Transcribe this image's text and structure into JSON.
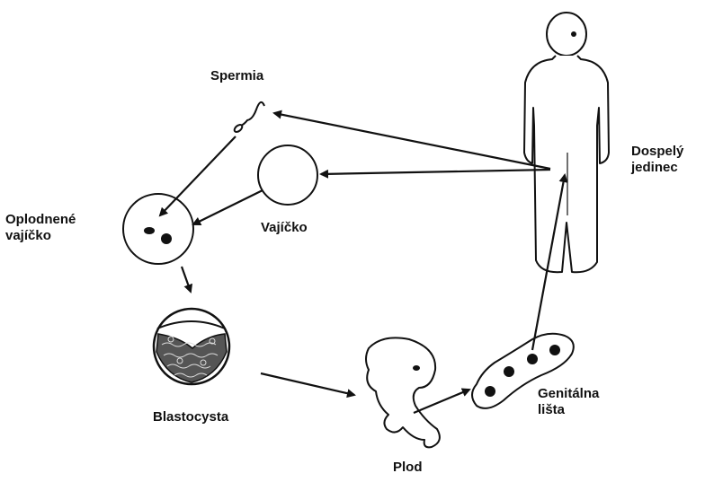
{
  "labels": {
    "sperm": "Spermia",
    "egg": "Vajíčko",
    "zygote_line1": "Oplodnené",
    "zygote_line2": "vajíčko",
    "blastocyst": "Blastocysta",
    "fetus": "Plod",
    "ridge_line1": "Genitálna",
    "ridge_line2": "lišta",
    "adult_line1": "Dospelý",
    "adult_line2": "jedinec"
  },
  "colors": {
    "ink": "#111111",
    "background": "#ffffff"
  }
}
